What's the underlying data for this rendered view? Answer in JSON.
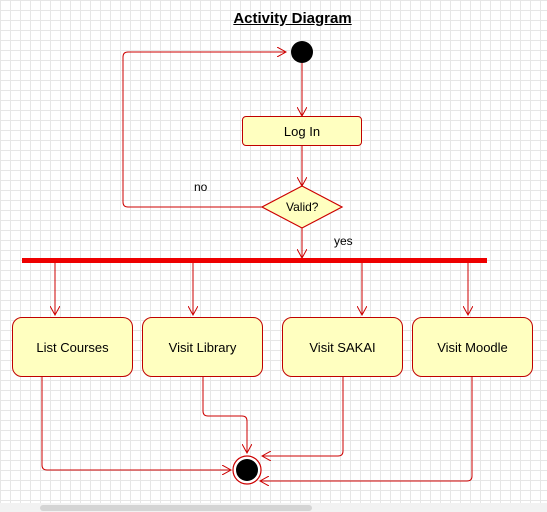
{
  "diagram": {
    "title": "Activity Diagram",
    "nodes": {
      "login": "Log In",
      "decision": "Valid?",
      "list_courses": "List Courses",
      "visit_library": "Visit Library",
      "visit_sakai": "Visit SAKAI",
      "visit_moodle": "Visit Moodle"
    },
    "edges": {
      "no_label": "no",
      "yes_label": "yes"
    },
    "colors": {
      "stroke": "#cc0000",
      "fill": "#ffffc0",
      "fork_bar": "#ee0000",
      "node_dot": "#000000"
    }
  }
}
